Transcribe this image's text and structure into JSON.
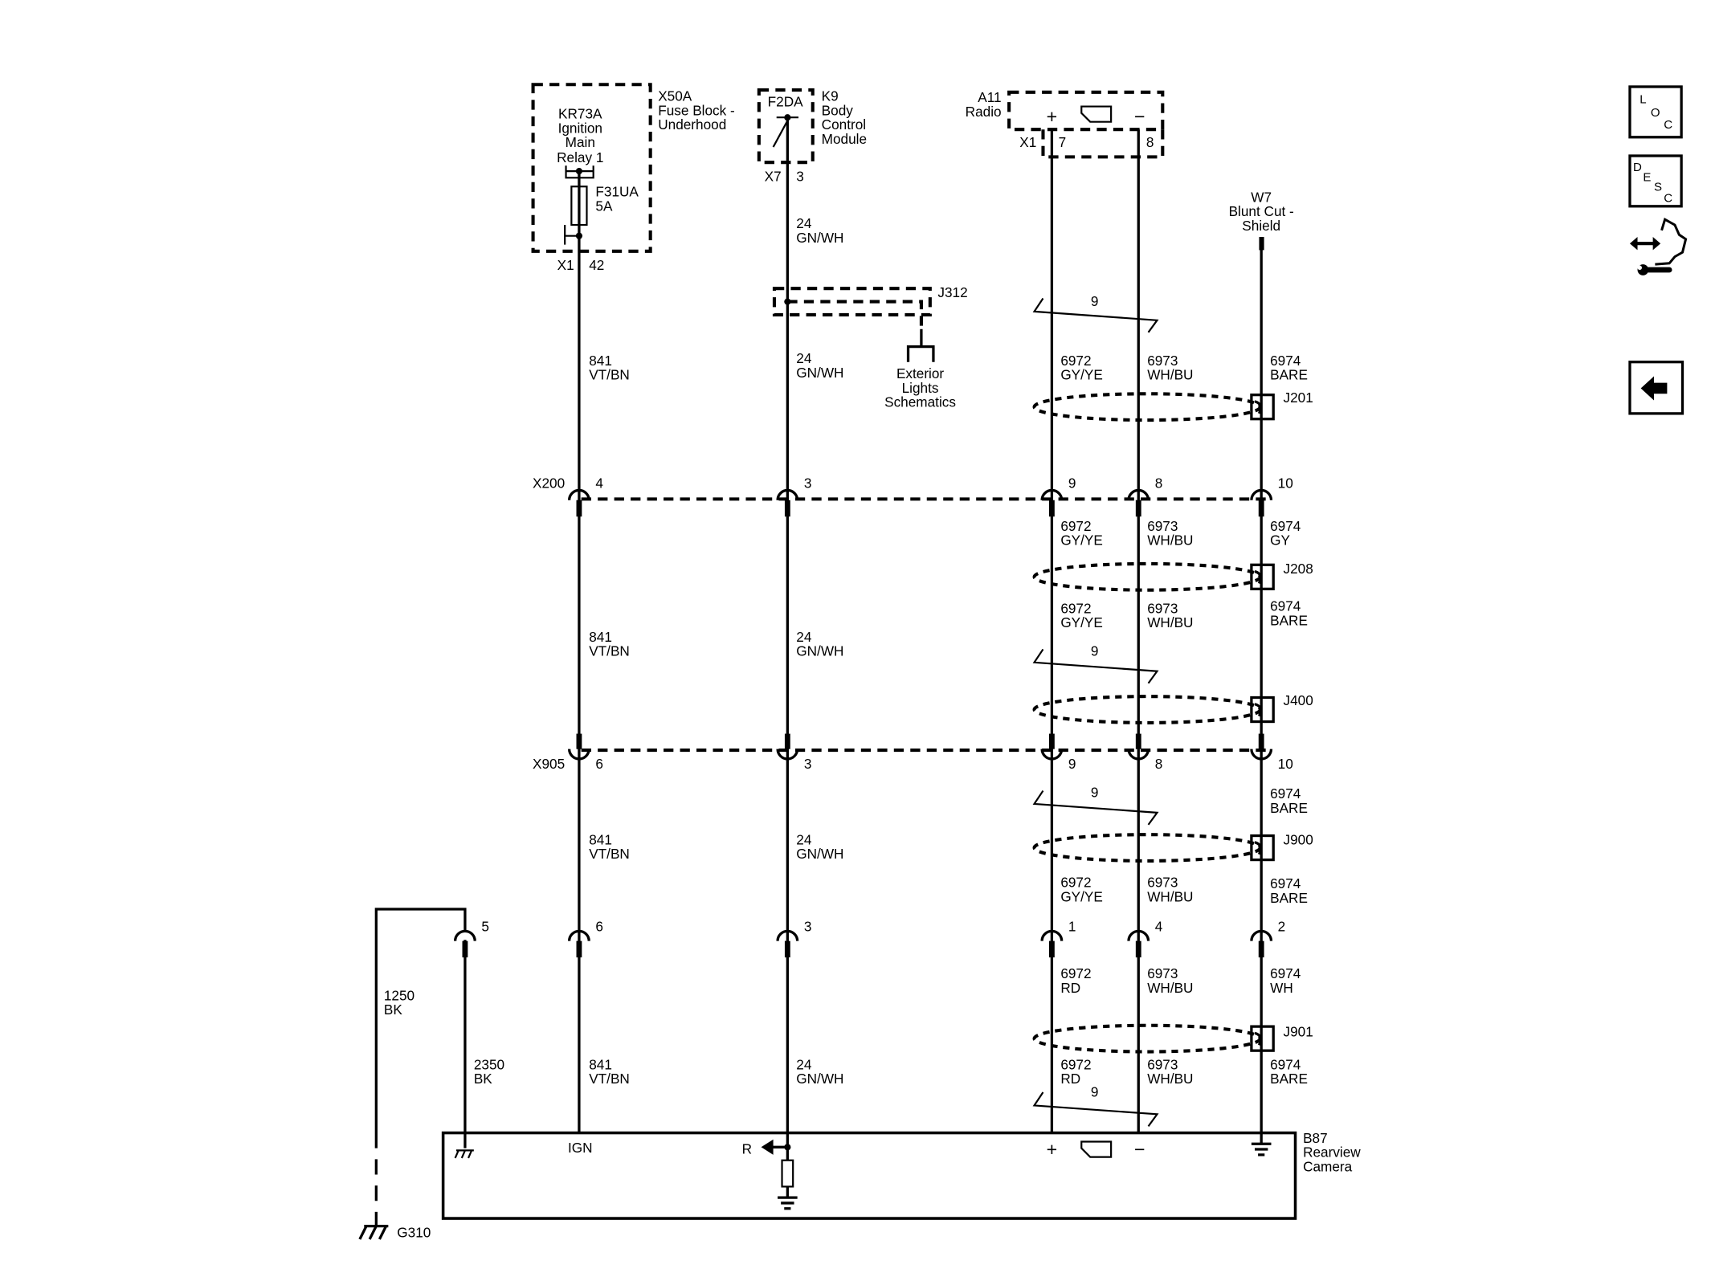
{
  "x50a": {
    "id": "X50A",
    "lines": [
      "Fuse Block -",
      "Underhood"
    ],
    "connector": "X1",
    "pin": "42"
  },
  "kr73a": {
    "lines": [
      "KR73A",
      "Ignition",
      "Main",
      "Relay 1"
    ]
  },
  "f31ua": {
    "id": "F31UA",
    "rating": "5A"
  },
  "k9": {
    "id": "K9",
    "lines": [
      "Body",
      "Control",
      "Module"
    ],
    "fuse": "F2DA",
    "connector": "X7",
    "pin": "3"
  },
  "j312": {
    "id": "J312",
    "ref": [
      "Exterior",
      "Lights",
      "Schematics"
    ]
  },
  "a11": {
    "id": "A11",
    "name": "Radio",
    "connector": "X1",
    "pins": [
      "7",
      "8"
    ],
    "plus": "+",
    "minus": "−"
  },
  "w7": {
    "lines": [
      "W7",
      "Blunt Cut -",
      "Shield"
    ]
  },
  "twist_label": "9",
  "splices": [
    "J201",
    "J208",
    "J400",
    "J900",
    "J901"
  ],
  "x200": {
    "id": "X200",
    "pins": [
      "4",
      "3",
      "9",
      "8",
      "10"
    ]
  },
  "x905": {
    "id": "X905",
    "pins": [
      "6",
      "3",
      "9",
      "8",
      "10"
    ]
  },
  "camera_pins": [
    "5",
    "6",
    "3",
    "1",
    "4",
    "2"
  ],
  "wires": {
    "ign": {
      "circuit": "841",
      "color": "VT/BN"
    },
    "rev": {
      "circuit": "24",
      "color": "GN/WH"
    },
    "vid_p": {
      "circuit": "6972",
      "color": "GY/YE",
      "color_cam": "RD"
    },
    "vid_n": {
      "circuit": "6973",
      "color": "WH/BU"
    },
    "shield": {
      "circuit": "6974",
      "color_bare": "BARE",
      "color_gy": "GY",
      "color_wh": "WH"
    },
    "gnd1": {
      "circuit": "1250",
      "color": "BK"
    },
    "gnd2": {
      "circuit": "2350",
      "color": "BK"
    }
  },
  "b87": {
    "lines": [
      "B87",
      "Rearview",
      "Camera"
    ],
    "ign": "IGN",
    "r": "R",
    "plus": "+",
    "minus": "−"
  },
  "g310": "G310",
  "nav": {
    "loc": [
      "L",
      "O",
      "C"
    ],
    "desc": [
      "D",
      "E",
      "S",
      "C"
    ],
    "icons": [
      "loc-icon",
      "desc-icon",
      "connector-repair-icon",
      "back-arrow-icon"
    ]
  }
}
